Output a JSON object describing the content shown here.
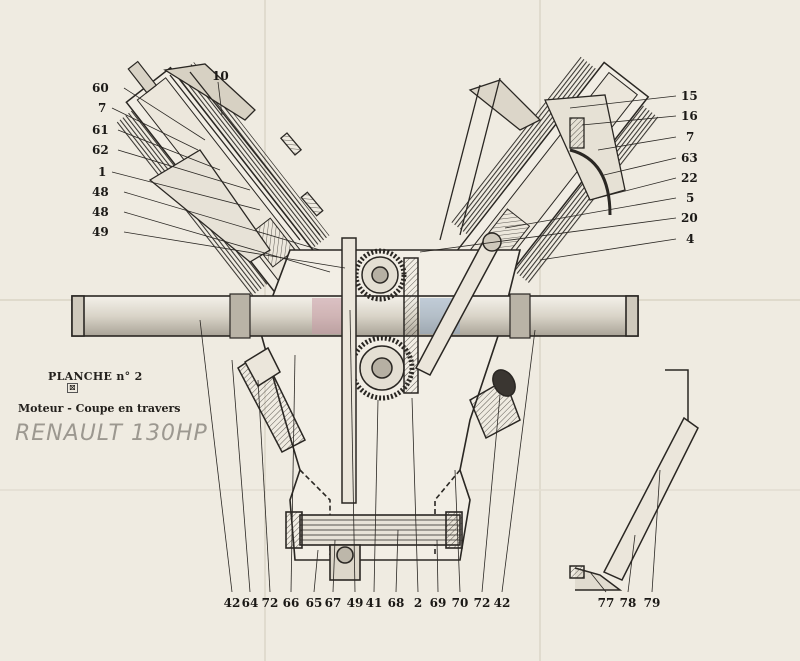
{
  "plate": {
    "label": "PLANCHE n° 2",
    "mark": "⊠",
    "title": "Moteur - Coupe en travers",
    "handwritten_note": "RENAULT 130HP"
  },
  "callouts_left": [
    "60",
    "10",
    "7",
    "61",
    "62",
    "1",
    "48",
    "48",
    "49"
  ],
  "callouts_right": [
    "15",
    "16",
    "7",
    "63",
    "22",
    "5",
    "20",
    "4"
  ],
  "callouts_bottom": [
    "42",
    "64",
    "72",
    "66",
    "65",
    "67",
    "49",
    "41",
    "68",
    "2",
    "69",
    "70",
    "72",
    "42",
    "77",
    "78",
    "79"
  ],
  "colors": {
    "paper": "#efebe1",
    "ink": "#1e1c19",
    "fold": "#ddd7ca",
    "highlight_blue": "#8fa9c8",
    "highlight_pink": "#c99aa6"
  }
}
